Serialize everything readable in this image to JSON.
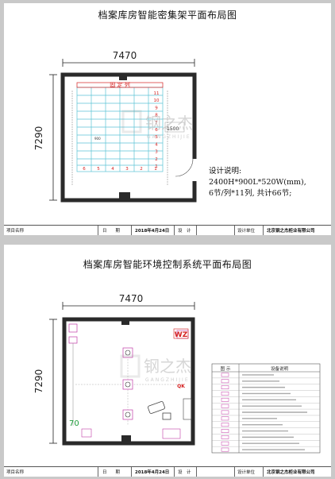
{
  "sheet1": {
    "title": "档案库房智能密集架平面布局图",
    "width_dim": "7470",
    "height_dim": "7290",
    "fixed_label": "固 定 列",
    "column_numbers": [
      "11",
      "10",
      "9",
      "8",
      "7",
      "6",
      "5",
      "4",
      "3",
      "2",
      "1"
    ],
    "row_numbers": [
      "6",
      "5",
      "4",
      "3",
      "2",
      "1"
    ],
    "watermark_brand": "钢之杰",
    "watermark_pinyin": "GANGZHIJIE",
    "notes": {
      "heading": "设计说明:",
      "line1": "2400H*900L*520W(mm),",
      "line2": "6节/列*11列, 共计66节;"
    },
    "footer": {
      "project_label": "项目名称",
      "date_label": "日　　期",
      "date_value": "2018年4月24日",
      "design_label": "设　计",
      "unit_label": "设计单位",
      "company": "北京钢之杰柜业有限公司"
    }
  },
  "sheet2": {
    "title": "档案库房智能环境控制系统平面布局图",
    "width_dim": "7470",
    "height_dim": "7290",
    "wz_label": "WZ",
    "qk_label": "QK",
    "green_label": "70",
    "watermark_brand": "钢之杰",
    "watermark_pinyin": "GANGZHIJIE",
    "legend": {
      "col1": "图 示",
      "col2": "设备说明",
      "rows": [
        "",
        "",
        "",
        "",
        "",
        "",
        "",
        "",
        "",
        "",
        "",
        "",
        ""
      ]
    },
    "footer": {
      "project_label": "项目名称",
      "date_label": "日　　期",
      "date_value": "2018年4月24日",
      "design_label": "设　计",
      "unit_label": "设计单位",
      "company": "北京钢之杰柜业有限公司"
    }
  },
  "colors": {
    "accent_red": "#d42020",
    "shelf_cyan": "#5bc3d6",
    "wall": "#2a2a2a",
    "green": "#1e9c3a"
  }
}
